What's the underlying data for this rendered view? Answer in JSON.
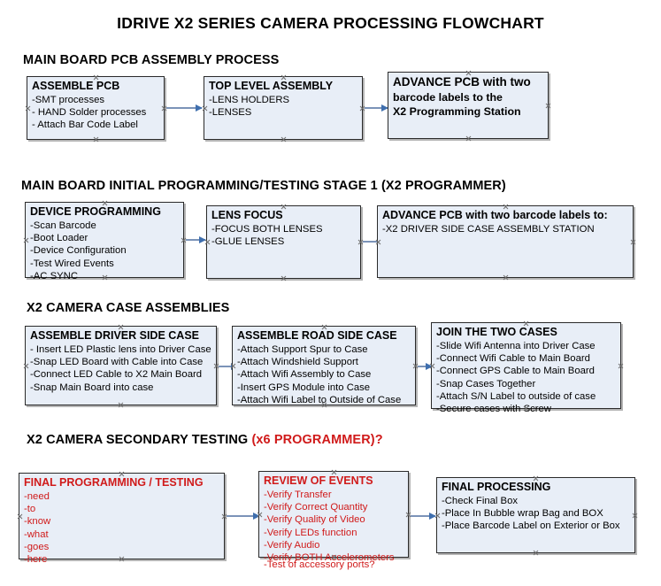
{
  "document": {
    "title": "IDRIVE X2  SERIES CAMERA PROCESSING FLOWCHART"
  },
  "sections": [
    {
      "id": "main-board-pcb-assembly-process",
      "header": "MAIN BOARD PCB ASSEMBLY PROCESS",
      "header_accent": ""
    },
    {
      "id": "main-board-initial-programming",
      "header": "MAIN BOARD INITIAL PROGRAMMING/TESTING STAGE 1 (X2 PROGRAMMER)",
      "header_accent": ""
    },
    {
      "id": "x2-camera-case-assemblies",
      "header": "X2 CAMERA CASE ASSEMBLIES",
      "header_accent": ""
    },
    {
      "id": "x2-camera-secondary-testing",
      "header": "X2 CAMERA SECONDARY TESTING ",
      "header_accent": "(x6 PROGRAMMER)?"
    }
  ],
  "boxes": [
    {
      "id": "assemble-pcb",
      "title": "ASSEMBLE PCB",
      "lines": [
        "-SMT processes",
        "- HAND Solder processes",
        "- Attach Bar Code Label"
      ]
    },
    {
      "id": "top-level-assembly",
      "title": "TOP LEVEL ASSEMBLY",
      "lines": [
        "-LENS HOLDERS",
        "-LENSES"
      ]
    },
    {
      "id": "advance-pcb-x2-programming-station",
      "title": "ADVANCE PCB with two",
      "lines": [
        "barcode labels to the",
        " X2 Programming Station"
      ]
    },
    {
      "id": "device-programming",
      "title": "DEVICE PROGRAMMING",
      "lines": [
        "-Scan Barcode",
        "-Boot Loader",
        "-Device Configuration",
        "-Test Wired Events",
        "-AC SYNC"
      ]
    },
    {
      "id": "lens-focus",
      "title": "LENS FOCUS",
      "lines": [
        "-FOCUS BOTH LENSES",
        "-GLUE LENSES"
      ]
    },
    {
      "id": "advance-pcb-driver-side-case",
      "title": "ADVANCE PCB with two barcode labels to:",
      "lines": [
        "-X2 DRIVER  SIDE  CASE  ASSEMBLY STATION"
      ]
    },
    {
      "id": "assemble-driver-side-case",
      "title": "ASSEMBLE DRIVER SIDE CASE",
      "lines": [
        "- Insert LED Plastic lens into Driver Case",
        "-Snap LED Board with Cable into Case",
        "-Connect LED Cable to X2 Main Board",
        "-Snap Main Board into case"
      ]
    },
    {
      "id": "assemble-road-side-case",
      "title": "ASSEMBLE ROAD SIDE CASE",
      "lines": [
        "-Attach Support Spur to Case",
        "-Attach Windshield Support",
        "-Attach Wifi Assembly to Case",
        "-Insert GPS Module into Case",
        "-Attach Wifi Label to Outside of Case"
      ]
    },
    {
      "id": "join-the-two-cases",
      "title": "JOIN THE TWO CASES",
      "lines": [
        "-Slide Wifi Antenna into Driver Case",
        "-Connect Wifi Cable to Main Board",
        "-Connect GPS Cable to Main Board",
        "-Snap Cases Together",
        "-Attach S/N Label to outside of case",
        "-Secure cases with Screw"
      ]
    },
    {
      "id": "final-programming-testing",
      "title": "FINAL PROGRAMMING / TESTING",
      "lines": [
        "-need",
        "-to",
        "-know",
        "-what",
        "-goes",
        "-here"
      ]
    },
    {
      "id": "review-of-events",
      "title": "REVIEW OF EVENTS",
      "lines": [
        "-Verify Transfer",
        "-Verify Correct Quantity",
        "-Verify Quality of Video",
        "-Verify LEDs function",
        "-Verify Audio",
        "-Verify BOTH Accelerometers",
        "-Test of accessory ports?"
      ]
    },
    {
      "id": "final-processing",
      "title": "FINAL PROCESSING",
      "lines": [
        " -Check Final Box",
        "-Place In Bubble wrap Bag and BOX",
        "-Place Barcode Label on Exterior or Box"
      ]
    }
  ],
  "colors": {
    "box_fill": "#e8eef7",
    "box_border": "#2a2a2a",
    "connector": "#7b93b8",
    "arrow_head": "#3f6fae",
    "accent_red": "#d01a1a",
    "text": "#000000",
    "background": "#ffffff"
  }
}
